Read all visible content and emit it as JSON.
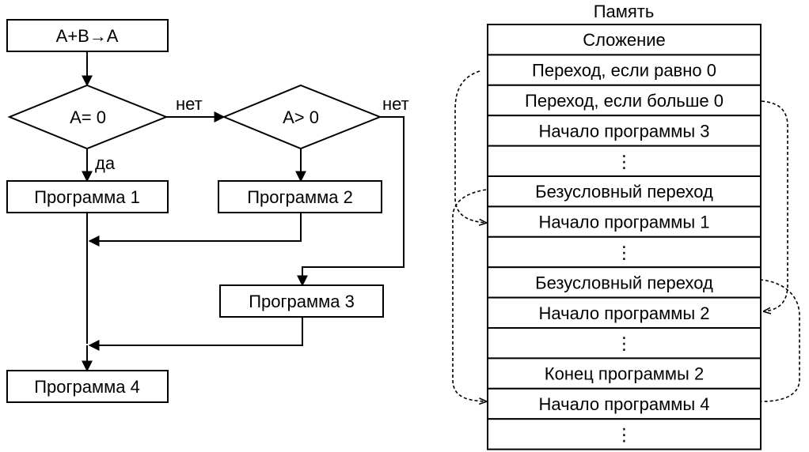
{
  "flowchart": {
    "start": "A+B→A",
    "cond1": "A= 0",
    "cond2": "A> 0",
    "no1": "нет",
    "no2": "нет",
    "yes": "да",
    "program1": "Программа 1",
    "program2": "Программа 2",
    "program3": "Программа 3",
    "program4": "Программа 4"
  },
  "memory": {
    "title": "Память",
    "cells": [
      "Сложение",
      "Переход, если равно 0",
      "Переход, если больше 0",
      "Начало программы 3",
      "⋮",
      "Безусловный переход",
      "Начало программы 1",
      "⋮",
      "Безусловный переход",
      "Начало программы 2",
      "⋮",
      "Конец программы 2",
      "Начало программы 4",
      "⋮"
    ]
  }
}
